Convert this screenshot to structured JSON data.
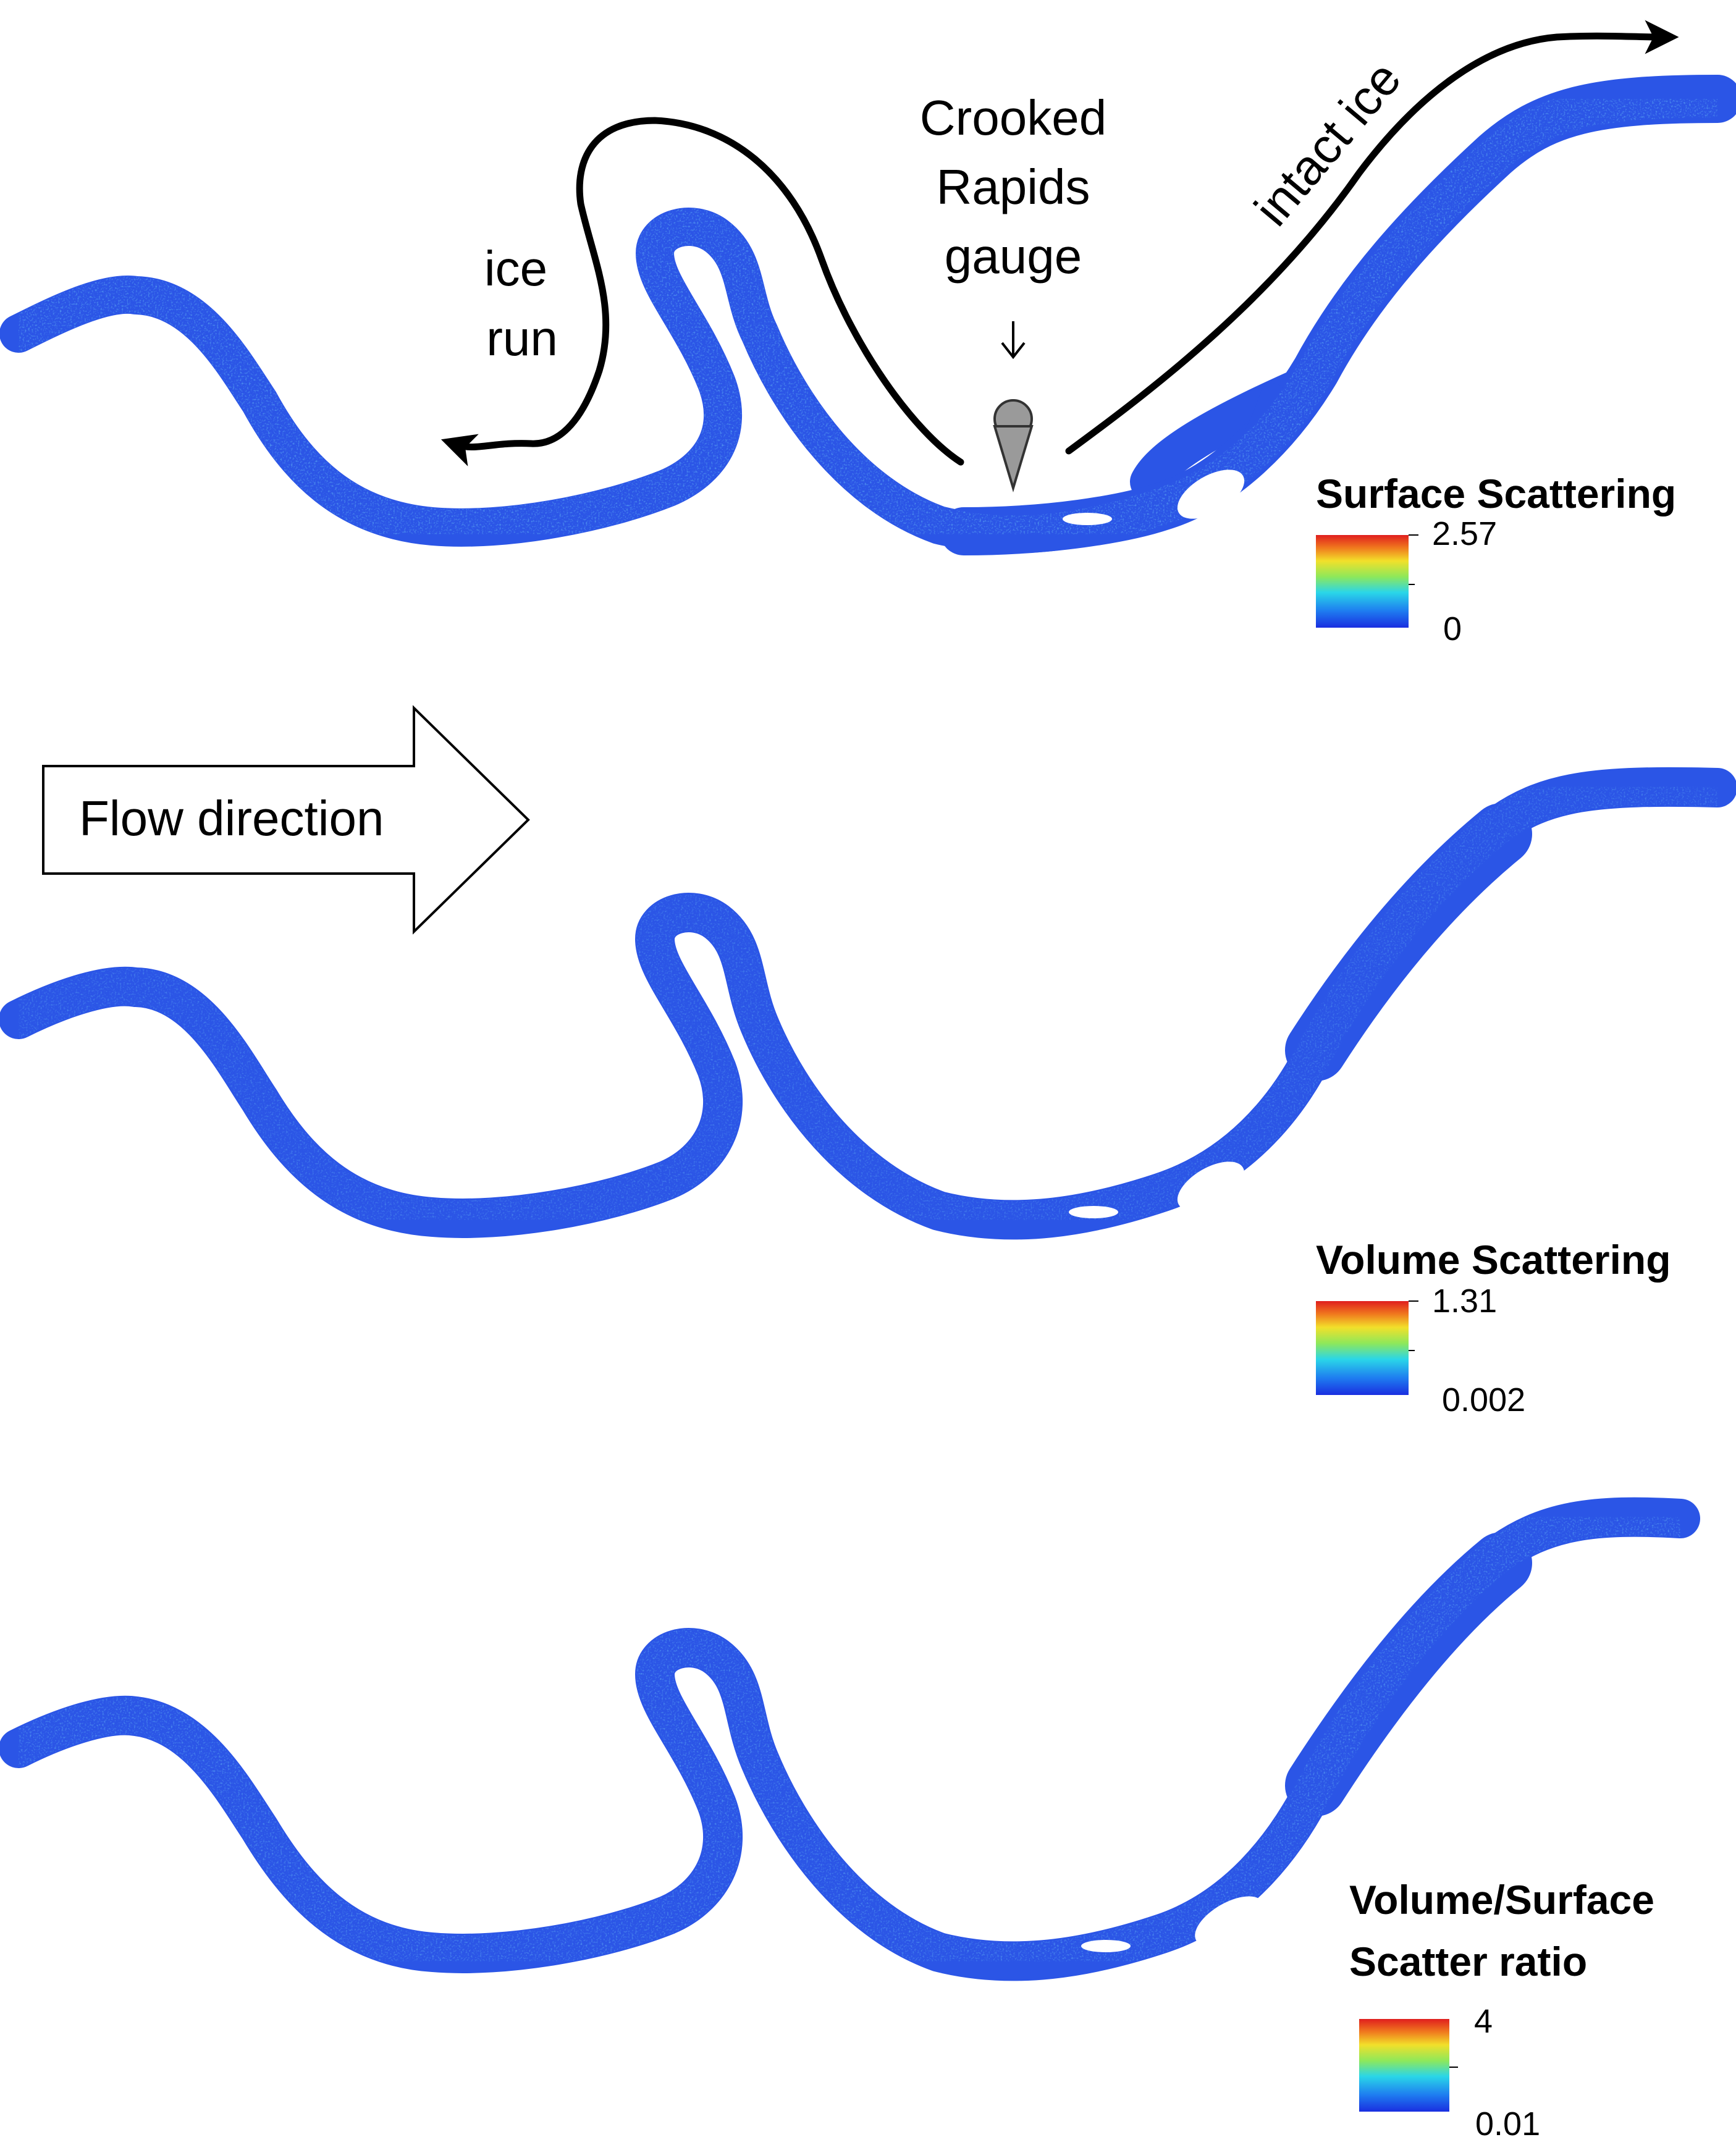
{
  "annotations": {
    "ice_run": [
      "ice",
      "run"
    ],
    "gauge": [
      "Crooked",
      "Rapids",
      "gauge"
    ],
    "intact_ice": "intact ice",
    "flow_direction": "Flow direction"
  },
  "panels": [
    {
      "id": "surface",
      "title_lines": [
        "Surface Scattering"
      ],
      "legend_max": "2.57",
      "legend_min": "0"
    },
    {
      "id": "volume",
      "title_lines": [
        "Volume Scattering"
      ],
      "legend_max": "1.31",
      "legend_min": "0.002"
    },
    {
      "id": "ratio",
      "title_lines": [
        "Volume/Surface",
        "Scatter ratio"
      ],
      "legend_max": "4",
      "legend_min": "0.01"
    }
  ],
  "colors": {
    "river_base": "#2b55e6",
    "river_dark": "#1a33d0",
    "speckle_cyan": "#35c8f0",
    "speckle_green": "#7ee06a",
    "speckle_yellow": "#f2e640",
    "speckle_red": "#e8302a",
    "ramp": [
      "#1a2ee0",
      "#1e7cf0",
      "#2ad6e8",
      "#8ee85a",
      "#f2e02a",
      "#f07a1e",
      "#e01e1e"
    ]
  }
}
